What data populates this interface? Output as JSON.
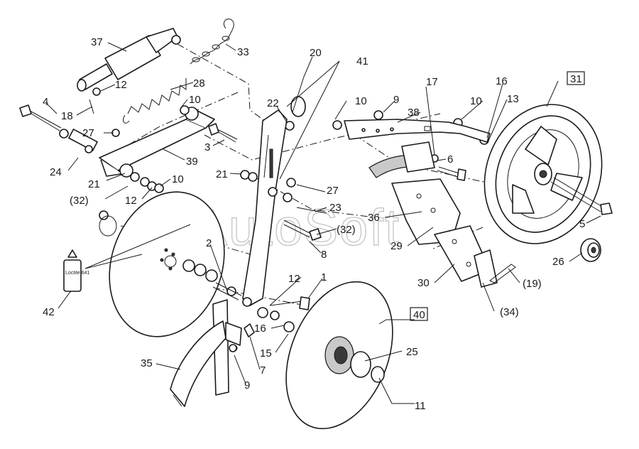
{
  "watermark": "AutoSoft",
  "loctite_label": "Loctite 641",
  "labels": {
    "l1": "1",
    "l2": "2",
    "l3": "3",
    "l4": "4",
    "l5": "5",
    "l6": "6",
    "l7": "7",
    "l8": "8",
    "l9a": "9",
    "l9b": "9",
    "l10a": "10",
    "l10b": "10",
    "l10c": "10",
    "l10d": "10",
    "l11": "11",
    "l12a": "12",
    "l12b": "12",
    "l12c": "12",
    "l13": "13",
    "l15": "15",
    "l16a": "16",
    "l16b": "16",
    "l17": "17",
    "l18": "18",
    "l19": "(19)",
    "l20": "20",
    "l21a": "21",
    "l21b": "21",
    "l22": "22",
    "l23": "23",
    "l24": "24",
    "l25": "25",
    "l26": "26",
    "l27a": "27",
    "l27b": "27",
    "l28": "28",
    "l29": "29",
    "l30": "30",
    "l31": "31",
    "l32a": "(32)",
    "l32b": "(32)",
    "l33": "33",
    "l34": "(34)",
    "l35": "35",
    "l36": "36",
    "l37": "37",
    "l38": "38",
    "l39": "39",
    "l40": "40",
    "l41": "41",
    "l42": "42"
  }
}
